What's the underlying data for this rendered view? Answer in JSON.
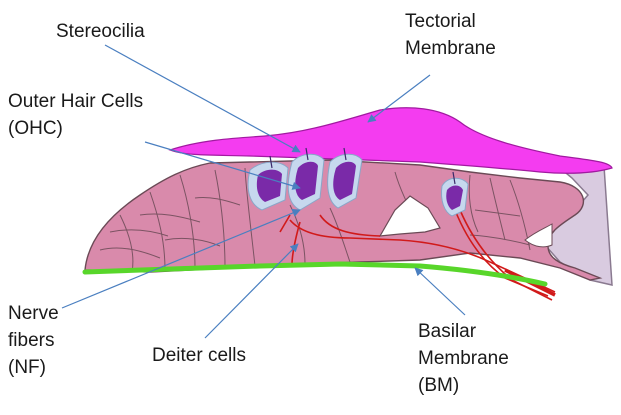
{
  "labels": {
    "stereocilia": "Stereocilia",
    "tectorial": [
      "Tectorial",
      "Membrane"
    ],
    "ohc": [
      "Outer Hair Cells",
      "(OHC)"
    ],
    "nerve": [
      "Nerve",
      "fibers",
      "(NF)"
    ],
    "deiter": "Deiter cells",
    "basilar": [
      "Basilar",
      "Membrane",
      "(BM)"
    ]
  },
  "colors": {
    "tectorial_membrane": "#f43cf0",
    "organ_tissue": "#d98aab",
    "cell_outline": "#6b4a56",
    "hair_cell": "#7a2aa8",
    "hair_cell_halo": "#c6d8ee",
    "nerve_fiber": "#d11a1a",
    "basilar_membrane": "#58d62a",
    "limbus": "#d9cbe0",
    "leader_line": "#4a7fc0"
  }
}
